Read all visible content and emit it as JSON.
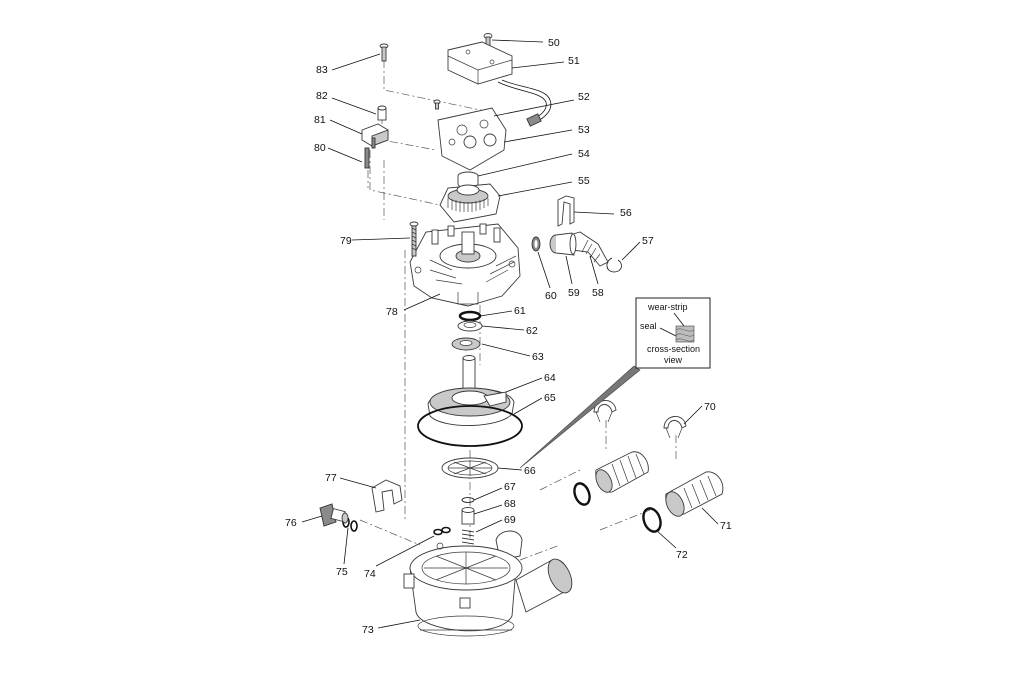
{
  "callouts": [
    {
      "num": "50"
    },
    {
      "num": "51"
    },
    {
      "num": "52"
    },
    {
      "num": "53"
    },
    {
      "num": "54"
    },
    {
      "num": "55"
    },
    {
      "num": "56"
    },
    {
      "num": "57"
    },
    {
      "num": "58"
    },
    {
      "num": "59"
    },
    {
      "num": "60"
    },
    {
      "num": "61"
    },
    {
      "num": "62"
    },
    {
      "num": "63"
    },
    {
      "num": "64"
    },
    {
      "num": "65"
    },
    {
      "num": "66"
    },
    {
      "num": "67"
    },
    {
      "num": "68"
    },
    {
      "num": "69"
    },
    {
      "num": "70"
    },
    {
      "num": "71"
    },
    {
      "num": "72"
    },
    {
      "num": "73"
    },
    {
      "num": "74"
    },
    {
      "num": "75"
    },
    {
      "num": "76"
    },
    {
      "num": "77"
    },
    {
      "num": "78"
    },
    {
      "num": "79"
    },
    {
      "num": "80"
    },
    {
      "num": "81"
    },
    {
      "num": "82"
    },
    {
      "num": "83"
    }
  ],
  "inset": {
    "wear_strip": "wear-strip",
    "seal": "seal",
    "cross_section_line1": "cross-section",
    "cross_section_line2": "view"
  }
}
